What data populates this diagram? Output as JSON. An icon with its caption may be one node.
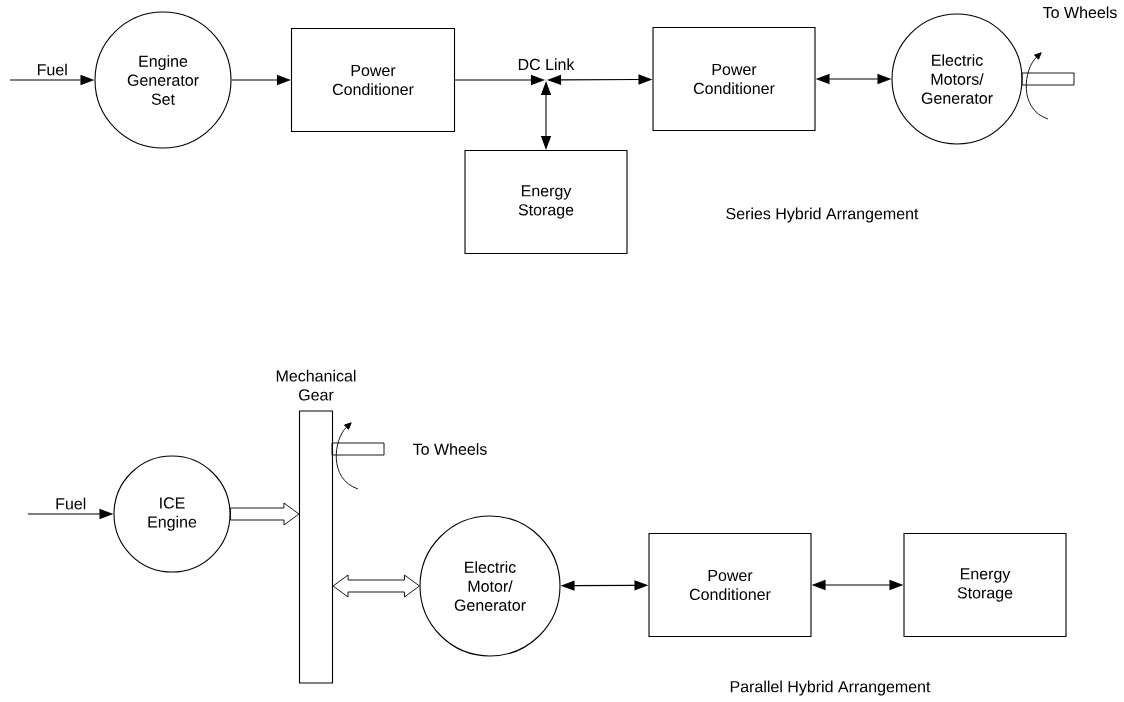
{
  "diagram": {
    "nodes": [
      {
        "text": [
          "Engine Generator Set"
        ]
      },
      {
        "text": [
          "Power Conditioner"
        ]
      },
      {
        "text": [],
        "shape": "point",
        "beside": [
          "DC Link"
        ]
      },
      {
        "text": [
          "Energy Storage"
        ]
      },
      {
        "text": [
          "Power Conditioner"
        ]
      },
      {
        "text": [
          "Electric Motors/ Generator"
        ]
      },
      {
        "text": [
          "Mechanical Gear"
        ]
      },
      {
        "text": [
          "ICE Engine"
        ]
      },
      {
        "text": [
          "Electric Motor/ Generator"
        ]
      },
      {
        "text": [
          "Power Conditioner"
        ]
      },
      {
        "text": [
          "Energy Storage"
        ]
      }
    ],
    "edges": [
      {
        "from": null,
        "to": 0,
        "arrow": "to",
        "label": "Fuel"
      },
      {
        "from": 0,
        "to": 1,
        "arrow": "to"
      },
      {
        "from": 1,
        "to": 2,
        "arrow": "to"
      },
      {
        "from": 2,
        "to": 4,
        "arrow": "both"
      },
      {
        "from": 2,
        "to": 3,
        "arrow": "both"
      },
      {
        "from": 4,
        "to": 5,
        "arrow": "both"
      },
      {
        "from": null,
        "to": 7,
        "arrow": "to",
        "label": "Fuel"
      },
      {
        "from": 7,
        "to": 6,
        "arrow": "to",
        "style": "thick"
      },
      {
        "from": 6,
        "to": 8,
        "arrow": "both",
        "style": "thick"
      },
      {
        "from": 8,
        "to": 9,
        "arrow": "both"
      },
      {
        "from": 9,
        "to": 10,
        "arrow": "both"
      }
    ],
    "labels": [
      "To Wheels",
      "Series Hybrid Arrangement",
      "To Wheels",
      "Parallel Hybrid Arrangement"
    ]
  }
}
